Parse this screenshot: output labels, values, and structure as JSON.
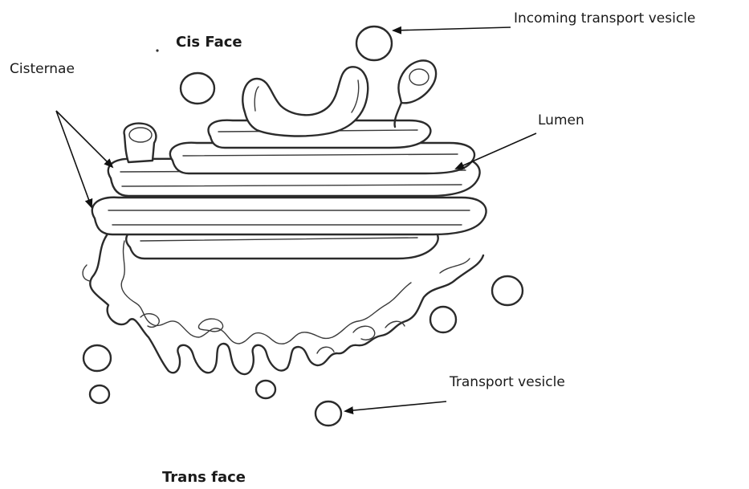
{
  "labels": {
    "cis_face": "Cis Face",
    "trans_face": "Trans face",
    "cisternae": "Cisternae",
    "lumen": "Lumen",
    "incoming_vesicle": "Incoming transport vesicle",
    "transport_vesicle": "Transport vesicle"
  },
  "colors": {
    "ink": "#2b2b2b",
    "background": "#ffffff"
  }
}
